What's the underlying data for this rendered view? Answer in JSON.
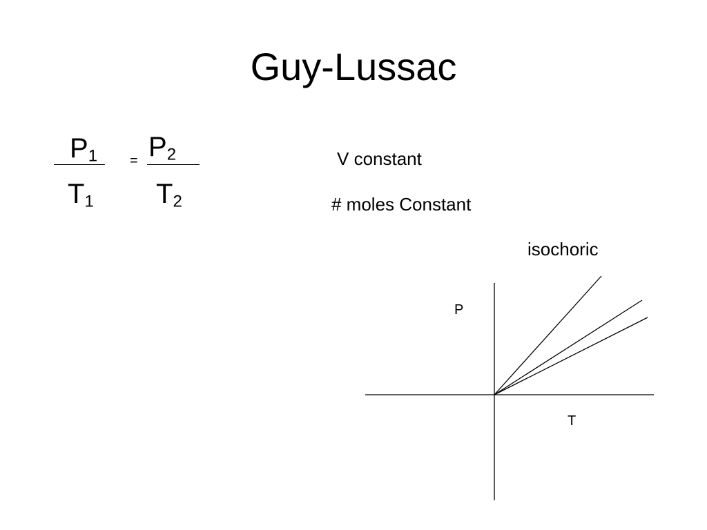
{
  "title": "Guy-Lussac",
  "equation": {
    "p1": "P",
    "p1_sub": "1",
    "t1": "T",
    "t1_sub": "1",
    "equals": "=",
    "p2": "P",
    "p2_sub": "2",
    "t2": "T",
    "t2_sub": "2"
  },
  "conditions": {
    "volume": "V constant",
    "moles": "# moles Constant"
  },
  "graph": {
    "caption": "isochoric",
    "y_axis_label": "P",
    "x_axis_label": "T",
    "line_count": 3
  }
}
